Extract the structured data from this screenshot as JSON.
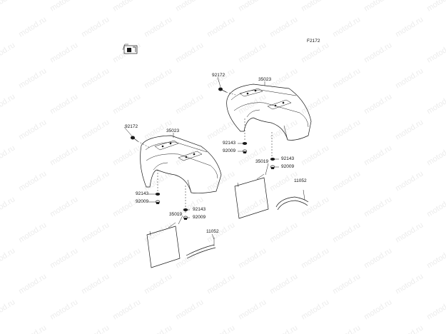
{
  "watermark_text": "motod.ru",
  "diagram_code": "F2172",
  "labels": {
    "left": {
      "bolt": "92172",
      "fender": "35023",
      "washer_a": "92143",
      "nut_a": "92009",
      "mudflap": "35019",
      "washer_b": "92143",
      "nut_b": "92009",
      "bracket": "11052"
    },
    "right": {
      "bolt": "92172",
      "fender": "35023",
      "washer_a": "92143",
      "nut_a": "92009",
      "mudflap": "35019",
      "washer_b": "92143",
      "nut_b": "92009",
      "bracket": "11052"
    }
  },
  "icons": {
    "logo": "fuel-pump-logo-icon"
  }
}
